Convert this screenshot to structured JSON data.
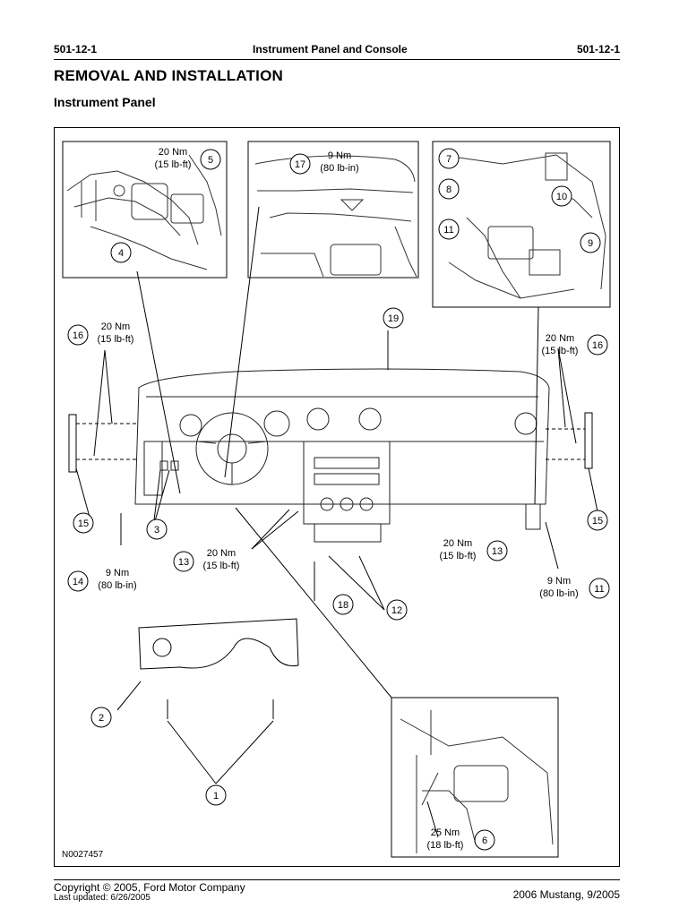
{
  "header": {
    "section_left": "501-12-1",
    "title": "Instrument Panel and Console",
    "section_right": "501-12-1"
  },
  "page": {
    "heading": "REMOVAL AND INSTALLATION",
    "subheading": "Instrument Panel"
  },
  "figure": {
    "id": "N0027457",
    "callouts": {
      "c1": "1",
      "c2": "2",
      "c3": "3",
      "c4": "4",
      "c5": "5",
      "c6": "6",
      "c7": "7",
      "c8": "8",
      "c9": "9",
      "c10": "10",
      "c11a": "11",
      "c11b": "11",
      "c12": "12",
      "c13a": "13",
      "c13b": "13",
      "c14": "14",
      "c15a": "15",
      "c15b": "15",
      "c16a": "16",
      "c16b": "16",
      "c17": "17",
      "c18": "18",
      "c19": "19"
    },
    "torques": {
      "t5_nm": "20 Nm",
      "t5_imp": "(15 lb-ft)",
      "t17_nm": "9 Nm",
      "t17_imp": "(80 lb-in)",
      "t16l_nm": "20 Nm",
      "t16l_imp": "(15 lb-ft)",
      "t16r_nm": "20 Nm",
      "t16r_imp": "(15 lb-ft)",
      "t13l_nm": "20 Nm",
      "t13l_imp": "(15 lb-ft)",
      "t13r_nm": "20 Nm",
      "t13r_imp": "(15 lb-ft)",
      "t14_nm": "9 Nm",
      "t14_imp": "(80 lb-in)",
      "t11_nm": "9 Nm",
      "t11_imp": "(80 lb-in)",
      "t6_nm": "25 Nm",
      "t6_imp": "(18 lb-ft)"
    }
  },
  "footer": {
    "copyright": "Copyright © 2005, Ford Motor Company",
    "updated": "Last updated: 6/26/2005",
    "model": "2006 Mustang, 9/2005"
  }
}
